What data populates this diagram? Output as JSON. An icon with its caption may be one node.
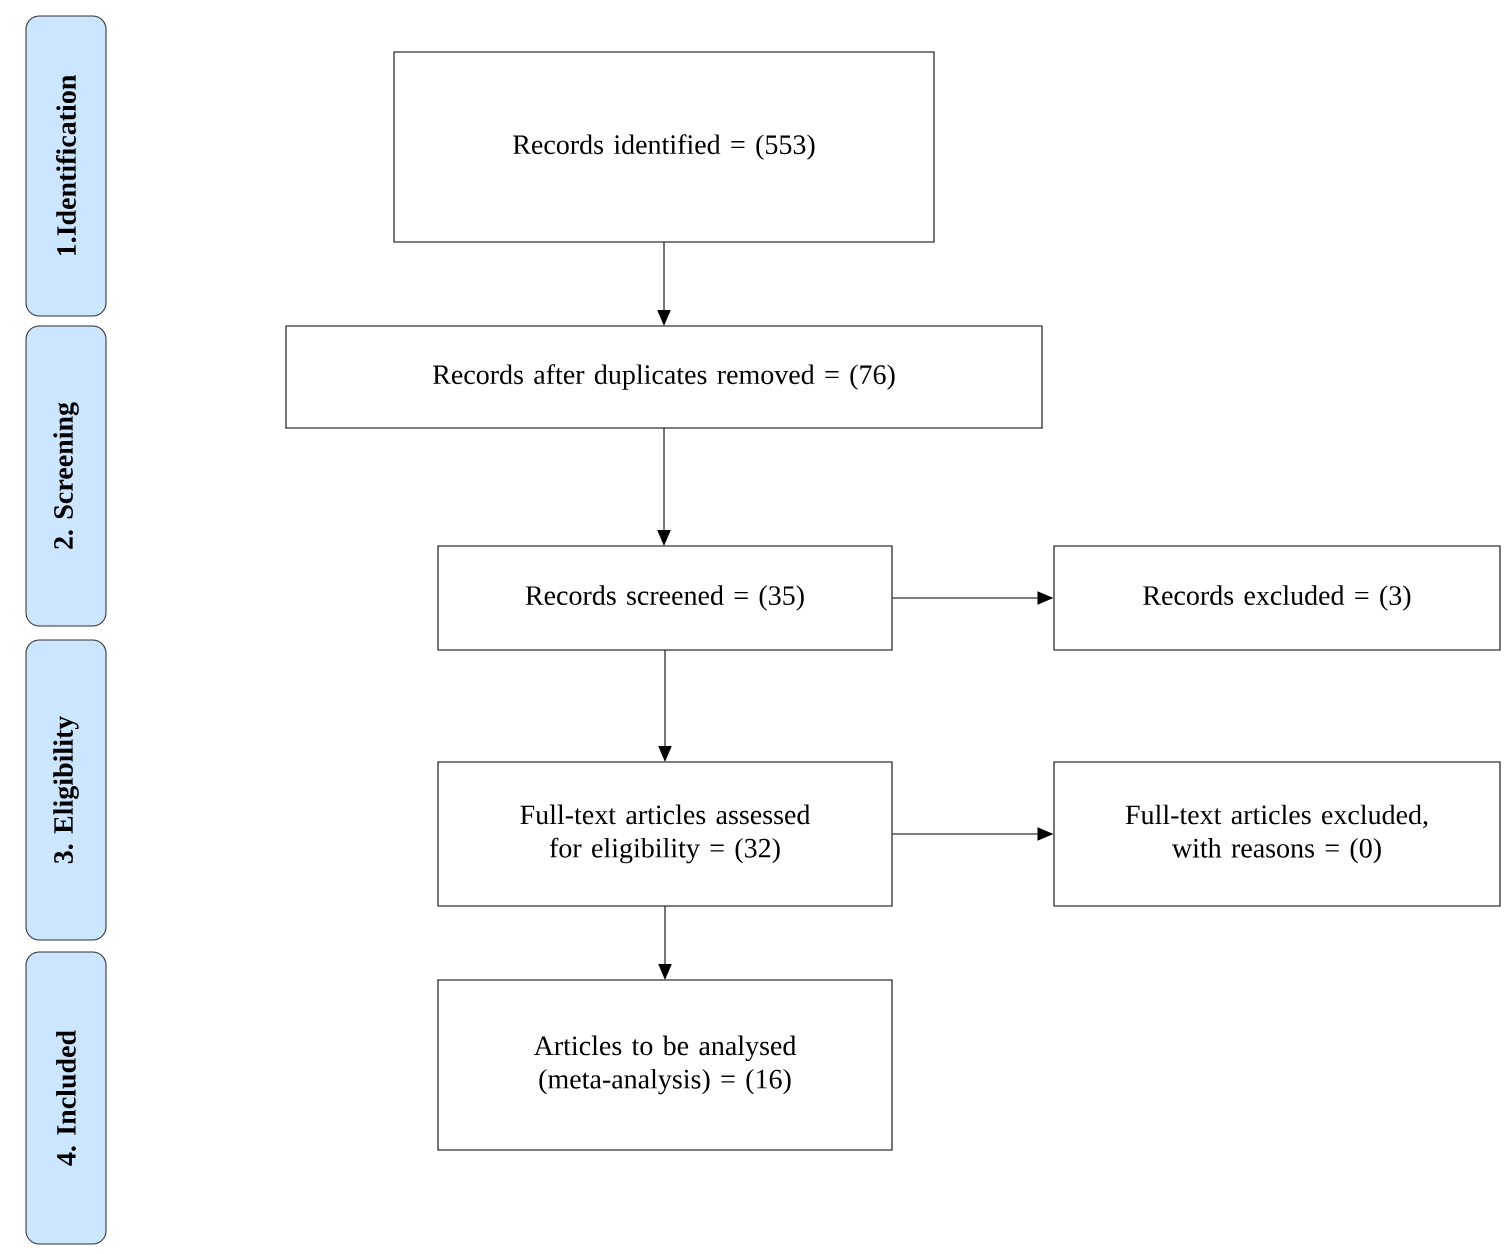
{
  "diagram": {
    "nodes": [
      {
        "text": [
          "1.Identification"
        ]
      },
      {
        "text": [
          "2. Screening"
        ]
      },
      {
        "text": [
          "3. Eligibility"
        ]
      },
      {
        "text": [
          "4. Included"
        ]
      },
      {
        "text": [
          "Records identified = (553)"
        ]
      },
      {
        "text": [
          "Records after duplicates removed = (76)"
        ]
      },
      {
        "text": [
          "Records screened = (35)"
        ]
      },
      {
        "text": [
          "Records excluded = (3)"
        ]
      },
      {
        "text": [
          "Full-text articles assessed for eligibility = (32)"
        ]
      },
      {
        "text": [
          "Full-text articles excluded, with reasons = (0)"
        ]
      },
      {
        "text": [
          "Articles to be analysed (meta-analysis) = (16)"
        ]
      }
    ],
    "edges": [
      {
        "from": 4,
        "to": 5,
        "arrow": "to"
      },
      {
        "from": 5,
        "to": 6,
        "arrow": "to"
      },
      {
        "from": 6,
        "to": 7,
        "arrow": "to"
      },
      {
        "from": 6,
        "to": 8,
        "arrow": "to"
      },
      {
        "from": 8,
        "to": 9,
        "arrow": "to"
      },
      {
        "from": 8,
        "to": 10,
        "arrow": "to"
      }
    ]
  }
}
